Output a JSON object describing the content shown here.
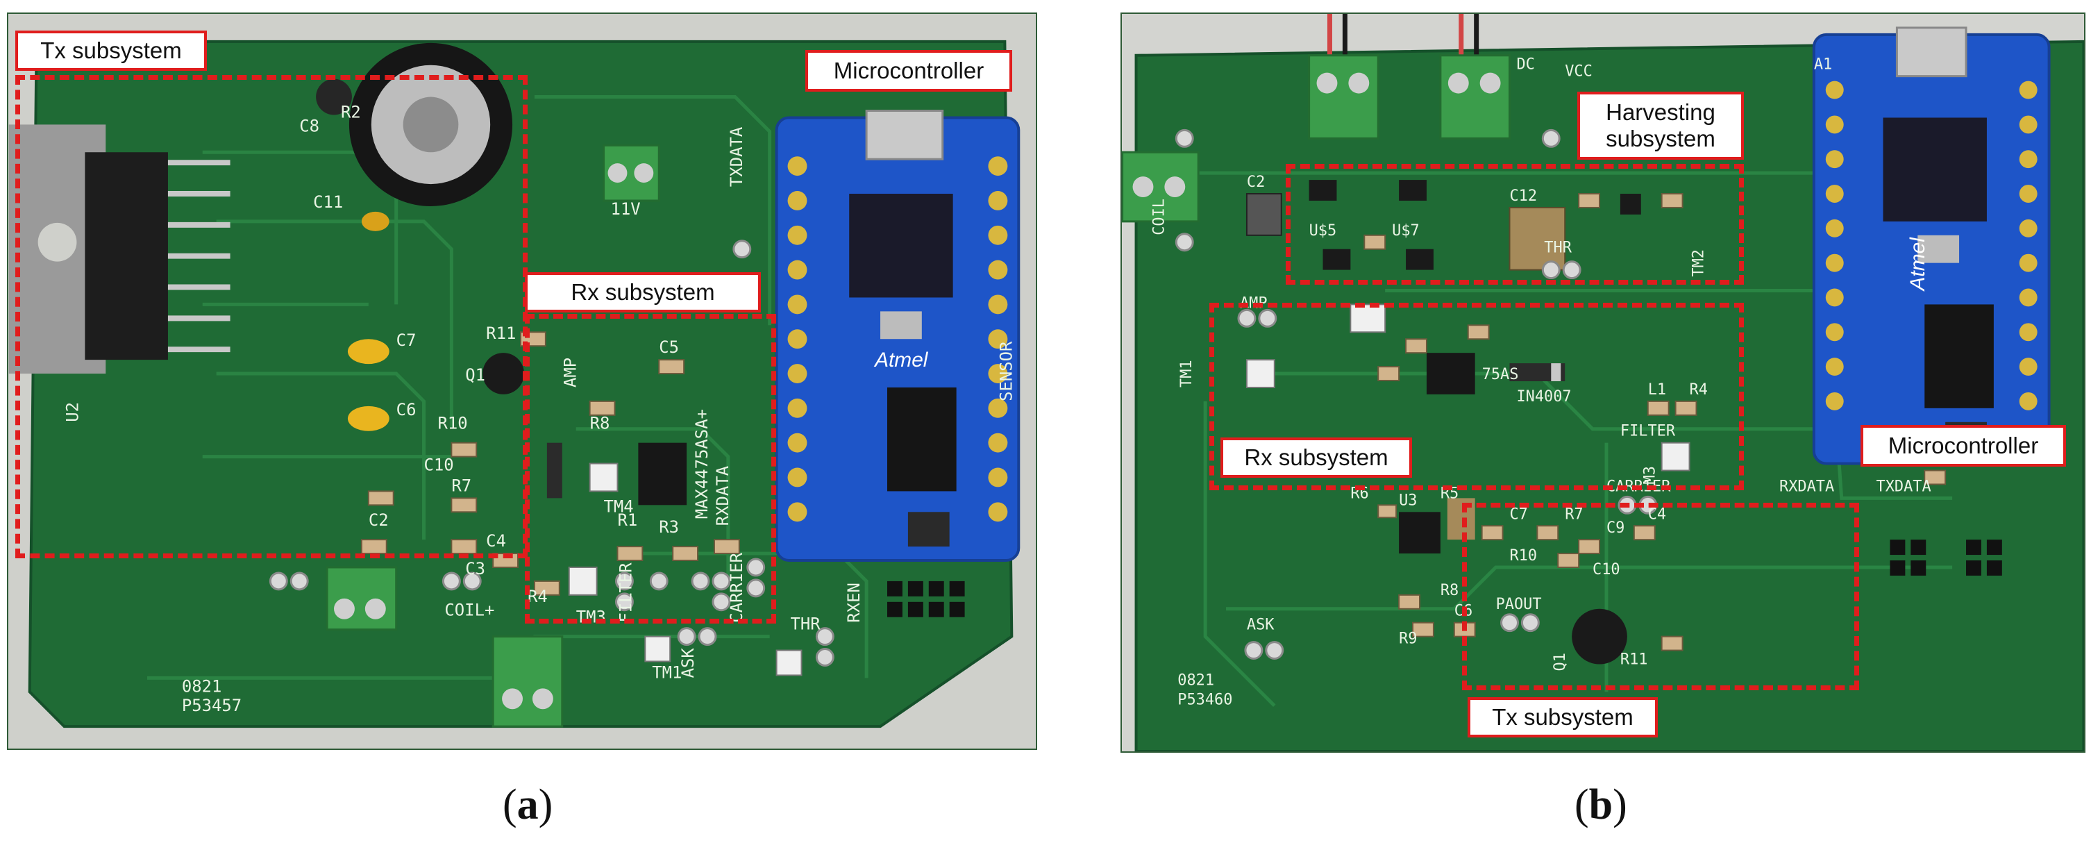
{
  "panel_a": {
    "labels": {
      "tx": "Tx subsystem",
      "rx": "Rx subsystem",
      "mcu": "Microcontroller"
    },
    "silkscreen": [
      "U2",
      "C11",
      "C8",
      "R2",
      "C7",
      "C6",
      "R11",
      "Q1",
      "R10",
      "C10",
      "R7",
      "C2",
      "C5",
      "C4",
      "C3",
      "AMP",
      "MAX4475ASA+",
      "RXDATA",
      "TXDATA",
      "TM4",
      "R8",
      "R1",
      "R3",
      "R4",
      "FILTER",
      "CARRIER",
      "COIL+",
      "ASK",
      "TM1",
      "THR",
      "TM3",
      "11V",
      "SENSOR",
      "RXEN",
      "0821",
      "P53457"
    ],
    "caption_letter": "a"
  },
  "panel_b": {
    "labels": {
      "harvesting": "Harvesting subsystem",
      "rx": "Rx subsystem",
      "tx": "Tx subsystem",
      "mcu": "Microcontroller"
    },
    "silkscreen": [
      "DC",
      "VCC",
      "A1",
      "C2",
      "COIL",
      "U$5",
      "U$7",
      "C12",
      "THR",
      "TM2",
      "AMP",
      "TM1",
      "75AS",
      "IN4007",
      "L1",
      "R4",
      "FILTER",
      "M3",
      "R6",
      "R5",
      "CARRIER",
      "RXDATA",
      "TXDATA",
      "U3",
      "C7",
      "R7",
      "C9",
      "C4",
      "R10",
      "C10",
      "R8",
      "PAOUT",
      "ASK",
      "R9",
      "C6",
      "R11",
      "Q1",
      "0821",
      "P53460"
    ],
    "caption_letter": "b"
  },
  "colors": {
    "pcb_green": "#1f6b35",
    "annotation_red": "#e01d1d",
    "mcu_blue": "#1e55c8"
  }
}
